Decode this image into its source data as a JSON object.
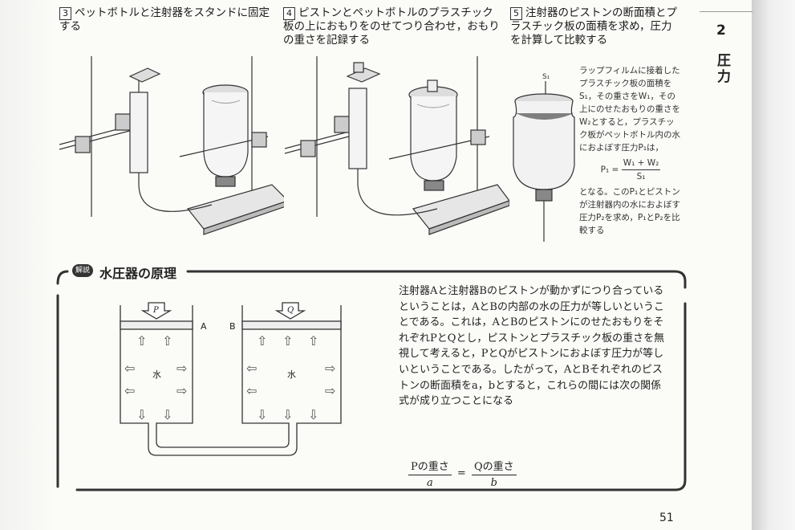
{
  "steps": [
    {
      "num": "3",
      "text": "ペットボトルと注射器をスタンドに固定する"
    },
    {
      "num": "4",
      "text": "ピストンとペットボトルのプラスチック板の上におもりをのせてつり合わせ，おもりの重さを記録する"
    },
    {
      "num": "5",
      "text": "注射器のピストンの断面積とプラスチック板の面積を求め，圧力を計算して比較する"
    }
  ],
  "note": {
    "label_s1": "S₁",
    "text1": "ラップフィルムに接着したプラスチック板の面積をS₁，その重さをW₁，その上にのせたおもりの重さをW₂とすると，プラスチック板がペットボトル内の水におよぼす圧力P₁は，",
    "formula_lhs": "P₁ =",
    "formula_num": "W₁ + W₂",
    "formula_den": "S₁",
    "text2": "となる。このP₁とピストンが注射器内の水におよぼす圧力P₂を求め，P₁とP₂を比較する"
  },
  "sidebar": {
    "chapter_num": "2",
    "chapter_title": "圧力"
  },
  "explanation": {
    "badge": "解説",
    "title": "水圧器の原理",
    "diagram": {
      "label_p": "P",
      "label_q": "Q",
      "label_a": "A",
      "label_b": "B",
      "water_a": "水",
      "water_b": "水"
    },
    "paragraph": "注射器Aと注射器Bのピストンが動かずにつり合っているということは，AとBの内部の水の圧力が等しいということである。これは，AとBのピストンにのせたおもりをそれぞれPとQとし，ピストンとプラスチック板の重さを無視して考えると，PとQがピストンにおよぼす圧力が等しいということである。したがって，AとBそれぞれのピストンの断面積をa，bとすると，これらの間には次の関係式が成り立つことになる",
    "formula": {
      "num1": "Pの重さ",
      "den1": "a",
      "eq": "=",
      "num2": "Qの重さ",
      "den2": "b"
    }
  },
  "page_number": "51"
}
